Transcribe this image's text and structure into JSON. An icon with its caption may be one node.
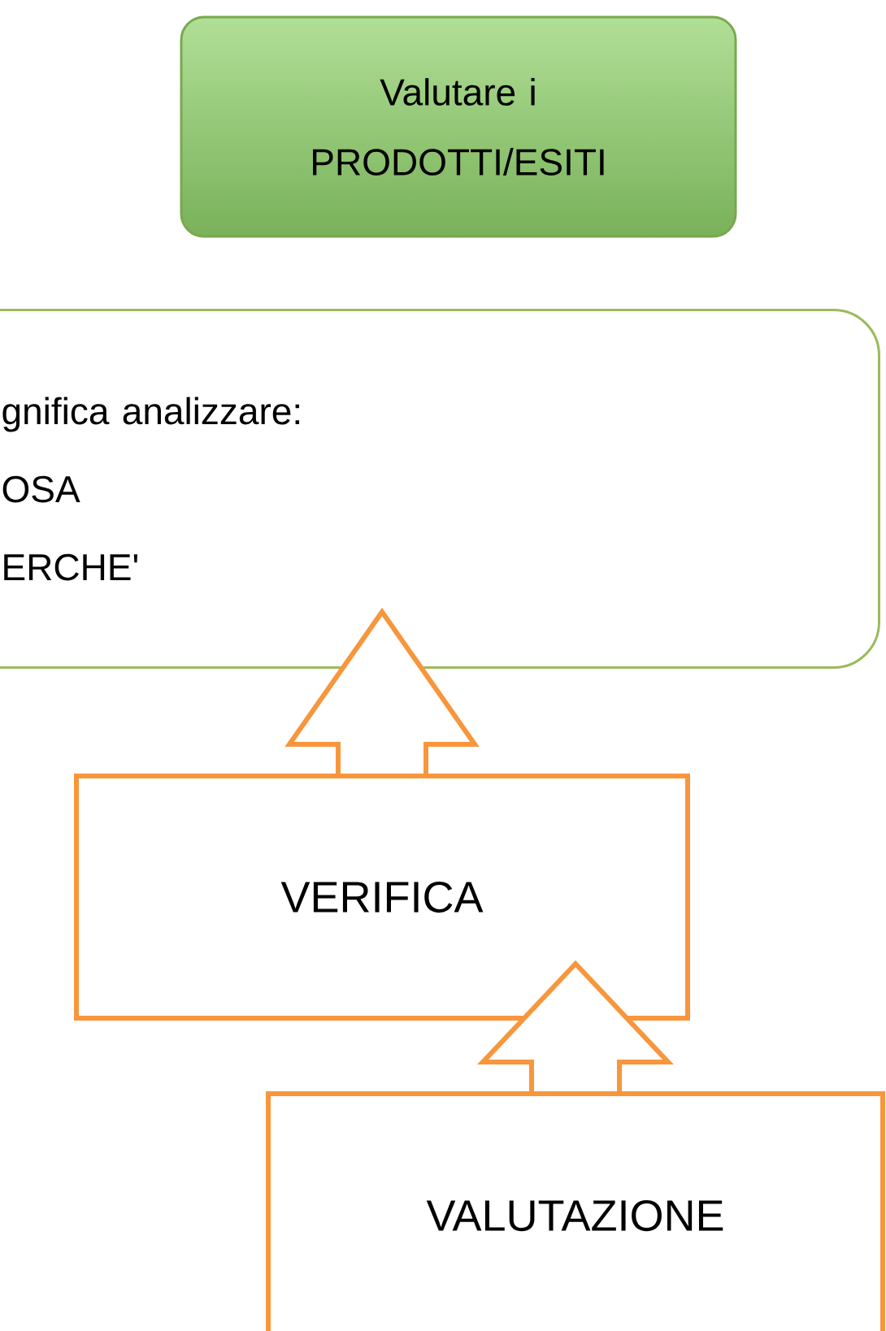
{
  "diagram": {
    "nodes": [
      {
        "text": [
          "Valutare i PRODOTTI/ESITI"
        ]
      },
      {
        "text": [
          "gnifica analizzare:",
          "OSA",
          "ERCHE'"
        ]
      },
      {
        "text": [
          "VERIFICA"
        ]
      },
      {
        "text": [
          "VALUTAZIONE"
        ]
      }
    ],
    "edges": [
      {
        "from": 3,
        "to": 2,
        "arrow": "to",
        "color": "#f7963c"
      },
      {
        "from": 2,
        "to": 1,
        "arrow": "to",
        "color": "#f7963c"
      }
    ]
  }
}
